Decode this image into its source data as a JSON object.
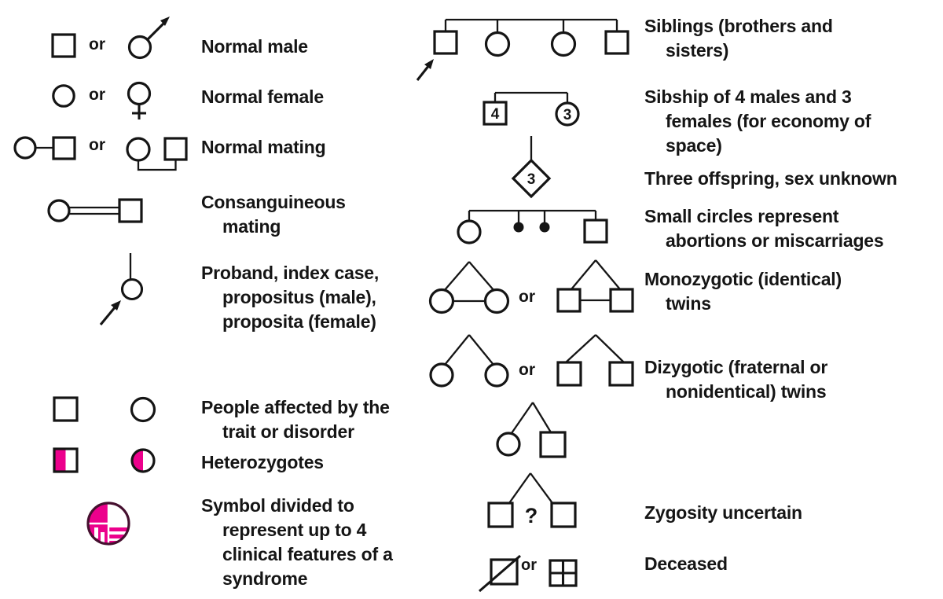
{
  "colors": {
    "ink": "#151515",
    "affected_pink": "#EC008C"
  },
  "left_column": {
    "rows": [
      {
        "id": "normal-male",
        "or": "or",
        "label": [
          "Normal male"
        ]
      },
      {
        "id": "normal-female",
        "or": "or",
        "label": [
          "Normal female"
        ]
      },
      {
        "id": "normal-mating",
        "or": "or",
        "label": [
          "Normal mating"
        ]
      },
      {
        "id": "consanguineous-mating",
        "label": [
          "Consanguineous",
          "mating"
        ]
      },
      {
        "id": "proband",
        "label": [
          "Proband, index case,",
          "propositus (male),",
          "proposita (female)"
        ]
      },
      {
        "id": "affected",
        "label": [
          "People affected by the",
          "trait or disorder"
        ]
      },
      {
        "id": "heterozygotes",
        "label": [
          "Heterozygotes"
        ]
      },
      {
        "id": "divided-symbol",
        "label": [
          "Symbol divided to",
          "represent up to 4",
          "clinical features of a",
          "syndrome"
        ]
      }
    ]
  },
  "right_column": {
    "rows": [
      {
        "id": "siblings",
        "label": [
          "Siblings (brothers and",
          "sisters)"
        ]
      },
      {
        "id": "sibship",
        "male_count": "4",
        "female_count": "3",
        "label": [
          "Sibship of 4 males and 3",
          "females (for economy of",
          "space)"
        ]
      },
      {
        "id": "offspring-sex-unknown",
        "count": "3",
        "label": [
          "Three offspring, sex unknown"
        ]
      },
      {
        "id": "abortions",
        "label": [
          "Small circles represent",
          "abortions or miscarriages"
        ]
      },
      {
        "id": "monozygotic-twins",
        "or": "or",
        "label": [
          "Monozygotic (identical)",
          "twins"
        ]
      },
      {
        "id": "dizygotic-twins",
        "or": "or",
        "label": [
          "Dizygotic (fraternal or",
          "nonidentical) twins"
        ]
      },
      {
        "id": "zygosity-uncertain",
        "uncertainty_mark": "?",
        "label": [
          "Zygosity uncertain"
        ]
      },
      {
        "id": "deceased",
        "or": "or",
        "label": [
          "Deceased"
        ]
      }
    ]
  }
}
